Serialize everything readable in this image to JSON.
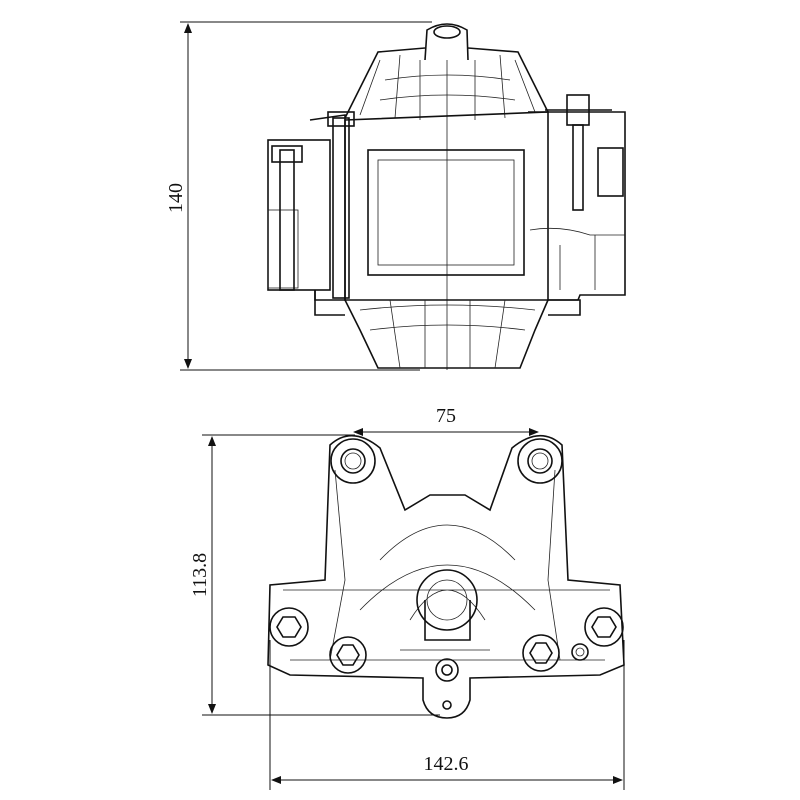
{
  "drawing": {
    "top_view": {
      "height_dimension": "140"
    },
    "bottom_view": {
      "mount_spacing_dimension": "75",
      "height_dimension": "113.8",
      "width_dimension": "142.6"
    }
  }
}
